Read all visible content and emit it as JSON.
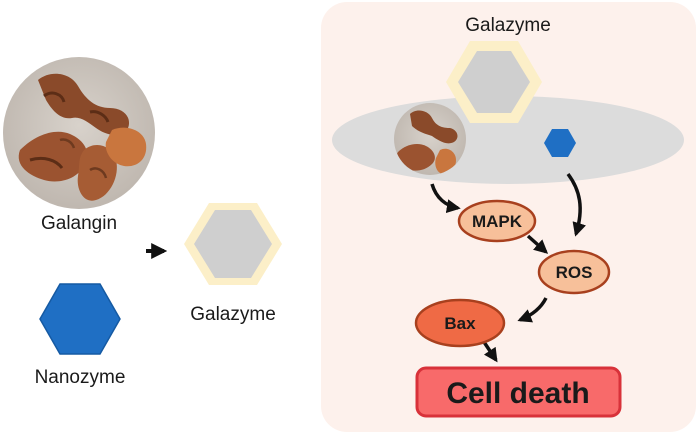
{
  "left": {
    "galangin_label": "Galangin",
    "nanozyme_label": "Nanozyme",
    "galazyme_label": "Galazyme"
  },
  "panel": {
    "title": "Galazyme",
    "nodes": {
      "mapk": "MAPK",
      "ros": "ROS",
      "bax": "Bax",
      "cell_death": "Cell death"
    }
  },
  "colors": {
    "panel_bg": "#fdf1ec",
    "membrane": "#dcdcdc",
    "hexagon_blue": "#1f6fc4",
    "hexagon_grey": "#cfcfcf",
    "hexagon_halo": "#fcefc8",
    "node_fill": "#f7c09a",
    "node_stroke": "#a8401e",
    "bax_fill": "#ef6a45",
    "death_fill": "#f86a6a",
    "death_stroke": "#d8323a",
    "arrow": "#111111"
  },
  "icons": {
    "galangin_photo": "galangin-root-photo-icon",
    "nanozyme": "blue-hexagon-icon",
    "galazyme": "grey-hexagon-icon"
  }
}
